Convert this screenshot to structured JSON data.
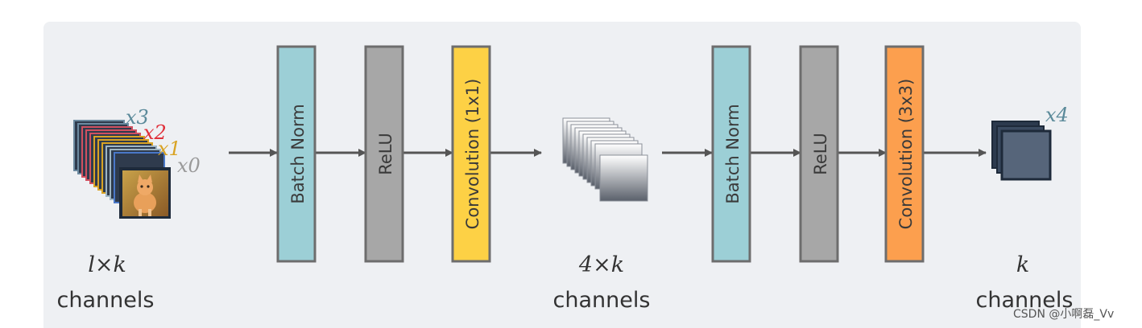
{
  "blocks": [
    {
      "label": "Batch Norm",
      "color": "#9ccfd6"
    },
    {
      "label": "ReLU",
      "color": "#a7a7a7"
    },
    {
      "label": "Convolution (1x1)",
      "color": "#fdd145"
    },
    {
      "label": "Batch Norm",
      "color": "#9ccfd6"
    },
    {
      "label": "ReLU",
      "color": "#a7a7a7"
    },
    {
      "label": "Convolution (3x3)",
      "color": "#fc9f4e"
    }
  ],
  "input_stack": {
    "feature_labels": [
      {
        "text": "x3",
        "color": "#5b8a9a"
      },
      {
        "text": "x2",
        "color": "#e0303a"
      },
      {
        "text": "x1",
        "color": "#d9a324"
      },
      {
        "text": "x0",
        "color": "#9a9a9a"
      }
    ],
    "channels_math": "l×k",
    "channels_text": "channels"
  },
  "middle_stack": {
    "channels_math": "4×k",
    "channels_text": "channels"
  },
  "output_stack": {
    "feature_label": "x4",
    "channels_math": "k",
    "channels_text": "channels"
  },
  "watermark": "CSDN @小啊磊_Vv"
}
